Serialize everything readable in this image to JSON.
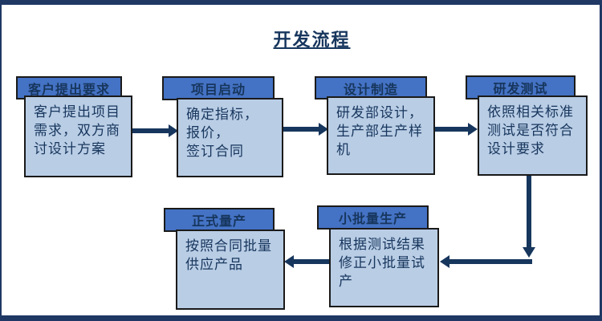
{
  "title": "开发流程",
  "colors": {
    "frame": "#1F3864",
    "node_header_bg": "#4472C4",
    "node_body_bg": "#B9CDE5",
    "text": "#17365D",
    "arrow": "#17365D",
    "box_border": "#1a1a1a"
  },
  "nodes": [
    {
      "label": "客户提出要求",
      "detail": "客户提出项目\n需求，双方商\n讨设计方案"
    },
    {
      "label": "项目启动",
      "detail": "确定指标，\n报价，\n签订合同"
    },
    {
      "label": "设计制造",
      "detail": "研发部设计，\n生产部生产样\n机"
    },
    {
      "label": "研发测试",
      "detail": "依照相关标准\n测试是否符合\n设计要求"
    },
    {
      "label": "正式量产",
      "detail": "按照合同批量\n供应产品"
    },
    {
      "label": "小批量生产",
      "detail": "根据测试结果\n修正小批量试\n产"
    }
  ]
}
